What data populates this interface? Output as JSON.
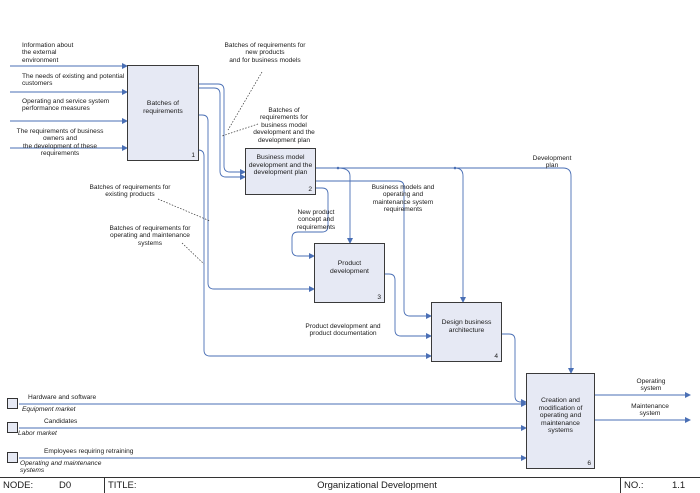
{
  "boxes": [
    {
      "title": "Batches of\nrequirements",
      "number": "1"
    },
    {
      "title": "Business model\ndevelopment and the\ndevelopment plan",
      "number": "2"
    },
    {
      "title": "Product\ndevelopment",
      "number": "3"
    },
    {
      "title": "Design business\narchitecture",
      "number": "4"
    },
    {
      "title": "Creation and\nmodification of\noperating and\nmaintenance\nsystems",
      "number": "6"
    }
  ],
  "inputs": {
    "external_environment": "Information about\nthe external\nenvironment",
    "customer_needs": "The needs of existing and potential\ncustomers",
    "performance_measures": "Operating and service system\nperformance measures",
    "owner_requirements": "The requirements of business\nowners and\nthe development of these\nrequirements"
  },
  "arrows": {
    "new_products_batches": "Batches of requirements for\nnew products\nand for business models",
    "business_model_batches": "Batches of\nrequirements for\nbusiness model\ndevelopment and the\ndevelopment plan",
    "existing_products_batches": "Batches of requirements for\nexisting products",
    "operating_systems_batches": "Batches of requirements for\noperating and maintenance\nsystems",
    "new_product_concept": "New product\nconcept and\nrequirements",
    "business_models_reqs": "Business models and\noperating and\nmaintenance system\nrequirements",
    "development_plan": "Development\nplan",
    "product_documentation": "Product development and\nproduct documentation"
  },
  "outputs": {
    "operating_system": "Operating\nsystem",
    "maintenance_system": "Maintenance\nsystem"
  },
  "mechanisms": [
    {
      "label": "Hardware and software",
      "source": "Equipment market"
    },
    {
      "label": "Candidates",
      "source": "Labor market"
    },
    {
      "label": "Employees requiring retraining",
      "source": "Operating and maintenance\nsystems"
    }
  ],
  "footer": {
    "node_label": "NODE:",
    "node_value": "D0",
    "title_label": "TITLE:",
    "title_value": "Organizational Development",
    "no_label": "NO.:",
    "no_value": "1.1"
  },
  "colors": {
    "arrow": "#4a6fb5",
    "box_fill": "#e6e9f4",
    "box_border": "#3a3a3a"
  }
}
